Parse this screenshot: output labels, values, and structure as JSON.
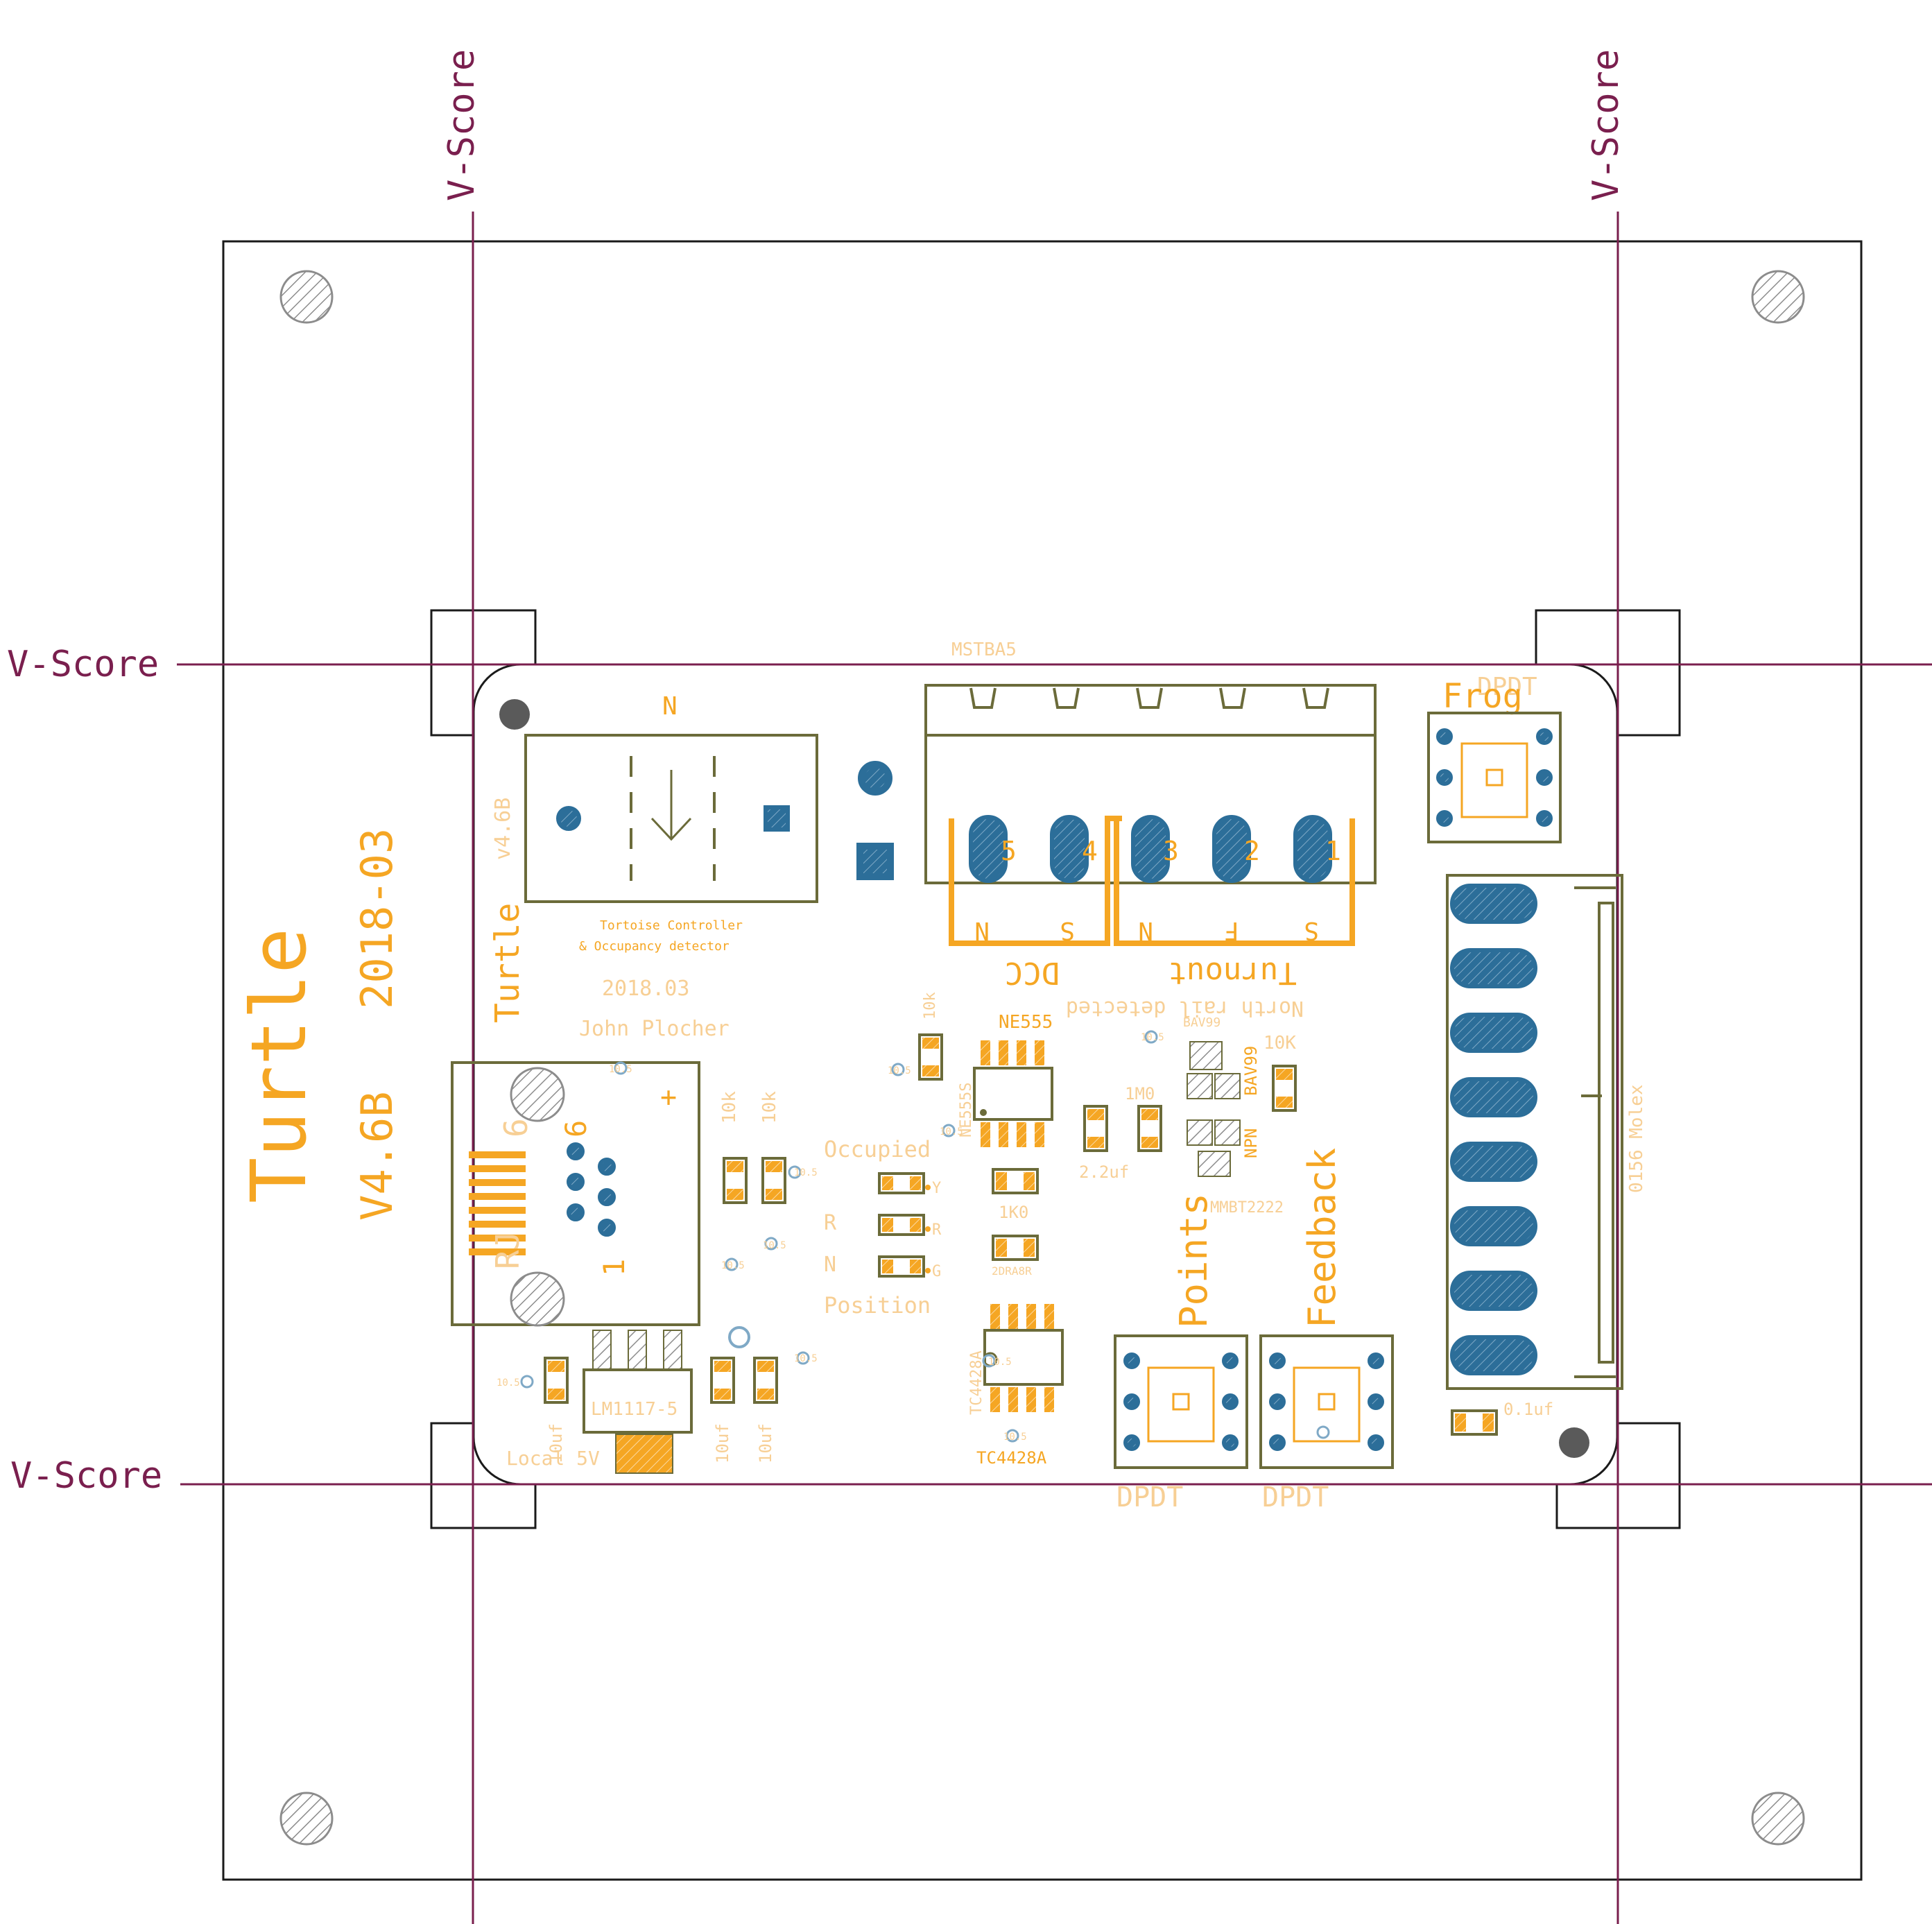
{
  "vscore": {
    "label": "V-Score"
  },
  "silk": {
    "title": "Turtle",
    "date_vertical": "2018-03",
    "version_vertical": "V4.6B",
    "small_title": "Turtle",
    "small_version": "v4.6B",
    "relay_label": "N",
    "board_desc_line1": "Tortoise Controller",
    "board_desc_line2": "& Occupancy detector",
    "board_date": "2018.03",
    "author": "John Plocher",
    "terminal_part": "MSTBA5",
    "term_n1": "N",
    "term_s1": "S",
    "term_n2": "N",
    "term_f": "F",
    "term_s2": "S",
    "term_num_5": "5",
    "term_num_4": "4",
    "term_num_3": "3",
    "term_num_2": "2",
    "term_num_1": "1",
    "dcc_label": "DCC",
    "turnout_label": "Turnout",
    "north_rail": "North rail detected",
    "frog_part": "DPDT",
    "frog_label": "Frog",
    "ne555_top": "NE555",
    "ne555_side": "NE555S",
    "bav99_small": "BAV99",
    "bav99": "BAV99",
    "r10k_a": "10K",
    "r10k_b": "10k",
    "r10k_c": "10k",
    "r10k_d": "10k",
    "r1m0": "1M0",
    "c22uf": "2.2uf",
    "npn": "NPN",
    "mmbt": "MMBT2222",
    "occupied": "Occupied",
    "led_y": "Y",
    "led_r": "R",
    "led_g": "G",
    "left_r": "R",
    "left_n": "N",
    "position": "Position",
    "r1k0": "1K0",
    "tc4428a_top": "2DRA8R",
    "tc4428a_side": "TC4428A",
    "tc4428a": "TC4428A",
    "points": "Points",
    "feedback": "Feedback",
    "dpdt_points": "DPDT",
    "dpdt_feedback": "DPDT",
    "molex": "0156 Molex",
    "rj_pin6": "6",
    "rj_pin6b": "6",
    "rj_pin1": "1",
    "rj_ref": "RJ",
    "rj_plus": "+",
    "reg": "LM1117-5",
    "local5v": "Local 5V",
    "cap10uf_a": "10uf",
    "cap10uf_b": "10uf",
    "cap10uf_c": "10uf",
    "cap01uf": "0.1uf",
    "via_label": "10.5"
  },
  "colors": {
    "background": "#ffffff",
    "outline": "#1a1a1a",
    "vscore_line": "#7a1f4e",
    "component_outline": "#6b6b3a",
    "silkscreen": "#f5a623",
    "silkscreen_faint": "#f7cf95",
    "pad": "#2c6e99",
    "pad_hatch": "#7fa9c6",
    "mounting_hole": "#8c8c8c",
    "fiducial": "#5a5a5a"
  }
}
